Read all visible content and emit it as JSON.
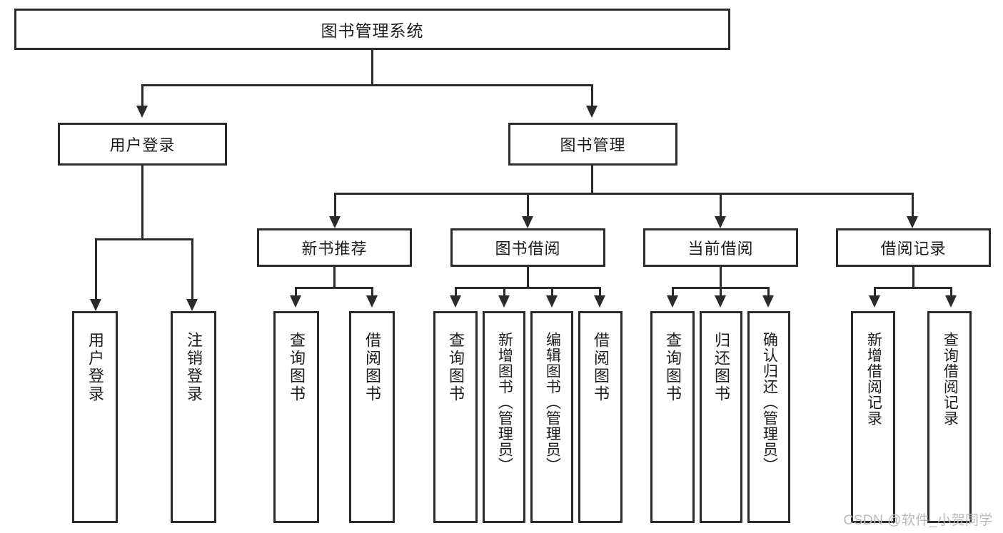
{
  "diagram": {
    "title": "图书管理系统",
    "type": "tree-hierarchy",
    "orientation": "top-down"
  },
  "root": {
    "label": "图书管理系统"
  },
  "tier2": [
    {
      "label": "用户登录"
    },
    {
      "label": "图书管理"
    }
  ],
  "tier3": [
    {
      "label": "新书推荐"
    },
    {
      "label": "图书借阅"
    },
    {
      "label": "当前借阅"
    },
    {
      "label": "借阅记录"
    }
  ],
  "leaves": {
    "user_login": [
      {
        "label": "用户登录"
      },
      {
        "label": "注销登录"
      }
    ],
    "new_book": [
      {
        "label": "查询图书"
      },
      {
        "label": "借阅图书"
      }
    ],
    "borrow_book": [
      {
        "label": "查询图书"
      },
      {
        "label": "新增图书（管理员）"
      },
      {
        "label": "编辑图书（管理员）"
      },
      {
        "label": "借阅图书"
      }
    ],
    "current_borrow": [
      {
        "label": "查询图书"
      },
      {
        "label": "归还图书"
      },
      {
        "label": "确认归还（管理员）"
      }
    ],
    "borrow_record": [
      {
        "label": "新增借阅记录"
      },
      {
        "label": "查询借阅记录"
      }
    ]
  },
  "watermark": {
    "text": "CSDN @软件_小贺同学"
  },
  "colors": {
    "border": "#2b2b2b",
    "background": "#ffffff",
    "text": "#1d1d1d",
    "watermark": "#b9b9b9"
  }
}
